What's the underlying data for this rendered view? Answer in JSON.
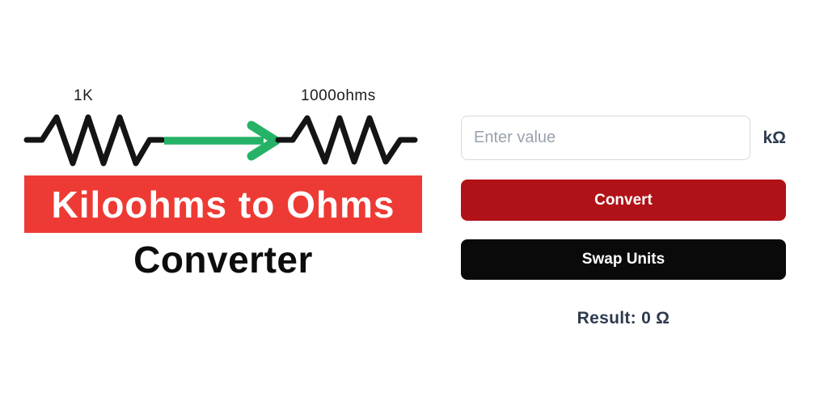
{
  "graphic": {
    "left_resistor_label": "1K",
    "right_resistor_label": "1000ohms",
    "banner_title": "Kiloohms to Ohms",
    "subtitle": "Converter"
  },
  "converter": {
    "input": {
      "placeholder": "Enter value",
      "value": ""
    },
    "unit_label": "kΩ",
    "convert_button": {
      "label": "Convert"
    },
    "swap_button": {
      "label": "Swap Units"
    },
    "result_text": "Result: 0 Ω"
  },
  "colors": {
    "banner-red": "#ee3a34",
    "convert-red": "#b01217",
    "swap-black": "#0a0a0a",
    "arrow-green": "#25b266",
    "wire-black": "#141414",
    "slate-dark": "#2d3b4e",
    "placeholder-gray": "#9aa2ad",
    "input-border": "#d6dade"
  }
}
